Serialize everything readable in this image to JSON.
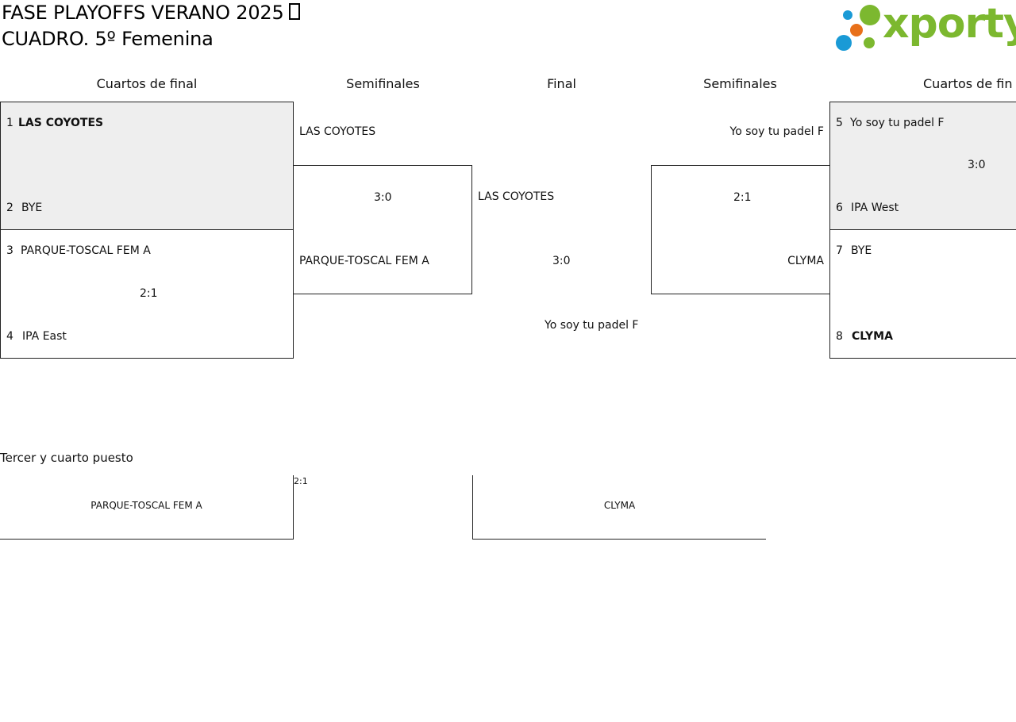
{
  "header": {
    "title_line1": "FASE PLAYOFFS VERANO 2025",
    "title_line2": "CUADRO. 5º Femenina",
    "brand": "xporty",
    "brand_colors": {
      "green": "#7cb82f",
      "blue": "#1a9ad6",
      "orange": "#e8701a"
    }
  },
  "rounds": {
    "left_quarters": "Cuartos de final",
    "left_semis": "Semifinales",
    "final": "Final",
    "right_semis": "Semifinales",
    "right_quarters": "Cuartos de fin"
  },
  "left_quarters": [
    {
      "seed_a": "1",
      "team_a": "LAS COYOTES",
      "seed_b": "2",
      "team_b": "BYE",
      "score": ""
    },
    {
      "seed_a": "3",
      "team_a": "PARQUE-TOSCAL FEM A",
      "seed_b": "4",
      "team_b": "IPA East",
      "score": "2:1"
    }
  ],
  "left_semi": {
    "team_a": "LAS COYOTES",
    "team_b": "PARQUE-TOSCAL FEM A",
    "score": "3:0"
  },
  "final": {
    "team_a": "LAS COYOTES",
    "team_b": "Yo soy tu padel F",
    "score": "3:0"
  },
  "right_semi": {
    "team_a": "Yo soy tu padel F",
    "team_b": "CLYMA",
    "score": "2:1"
  },
  "right_quarters": [
    {
      "seed_a": "5",
      "team_a": "Yo soy tu padel F",
      "seed_b": "6",
      "team_b": "IPA West",
      "score": "3:0"
    },
    {
      "seed_a": "7",
      "team_a": "BYE",
      "seed_b": "8",
      "team_b": "CLYMA",
      "score": ""
    }
  ],
  "third_place": {
    "label": "Tercer y cuarto puesto",
    "team_a": "PARQUE-TOSCAL FEM A",
    "team_b": "CLYMA",
    "score": "2:1"
  }
}
